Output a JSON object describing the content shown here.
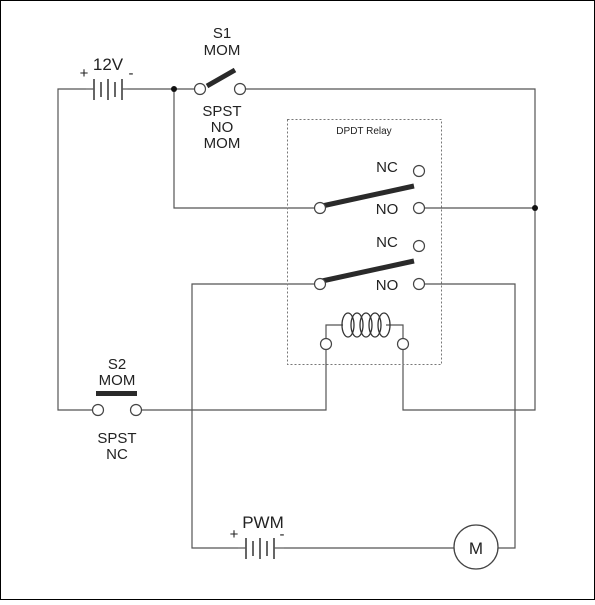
{
  "frame": {
    "border_color": "#000000",
    "wire_color": "#555555"
  },
  "battery_12v": {
    "label": "12V",
    "plus": "+",
    "minus": "-"
  },
  "s1": {
    "name": "S1",
    "type_top": "MOM",
    "desc1": "SPST",
    "desc2": "NO",
    "desc3": "MOM"
  },
  "s2": {
    "name": "S2",
    "type_top": "MOM",
    "desc1": "SPST",
    "desc2": "NC"
  },
  "relay": {
    "title": "DPDT Relay",
    "pole1": {
      "nc": "NC",
      "no": "NO"
    },
    "pole2": {
      "nc": "NC",
      "no": "NO"
    }
  },
  "battery_pwm": {
    "label": "PWM",
    "plus": "+",
    "minus": "-"
  },
  "motor": {
    "label": "M"
  }
}
